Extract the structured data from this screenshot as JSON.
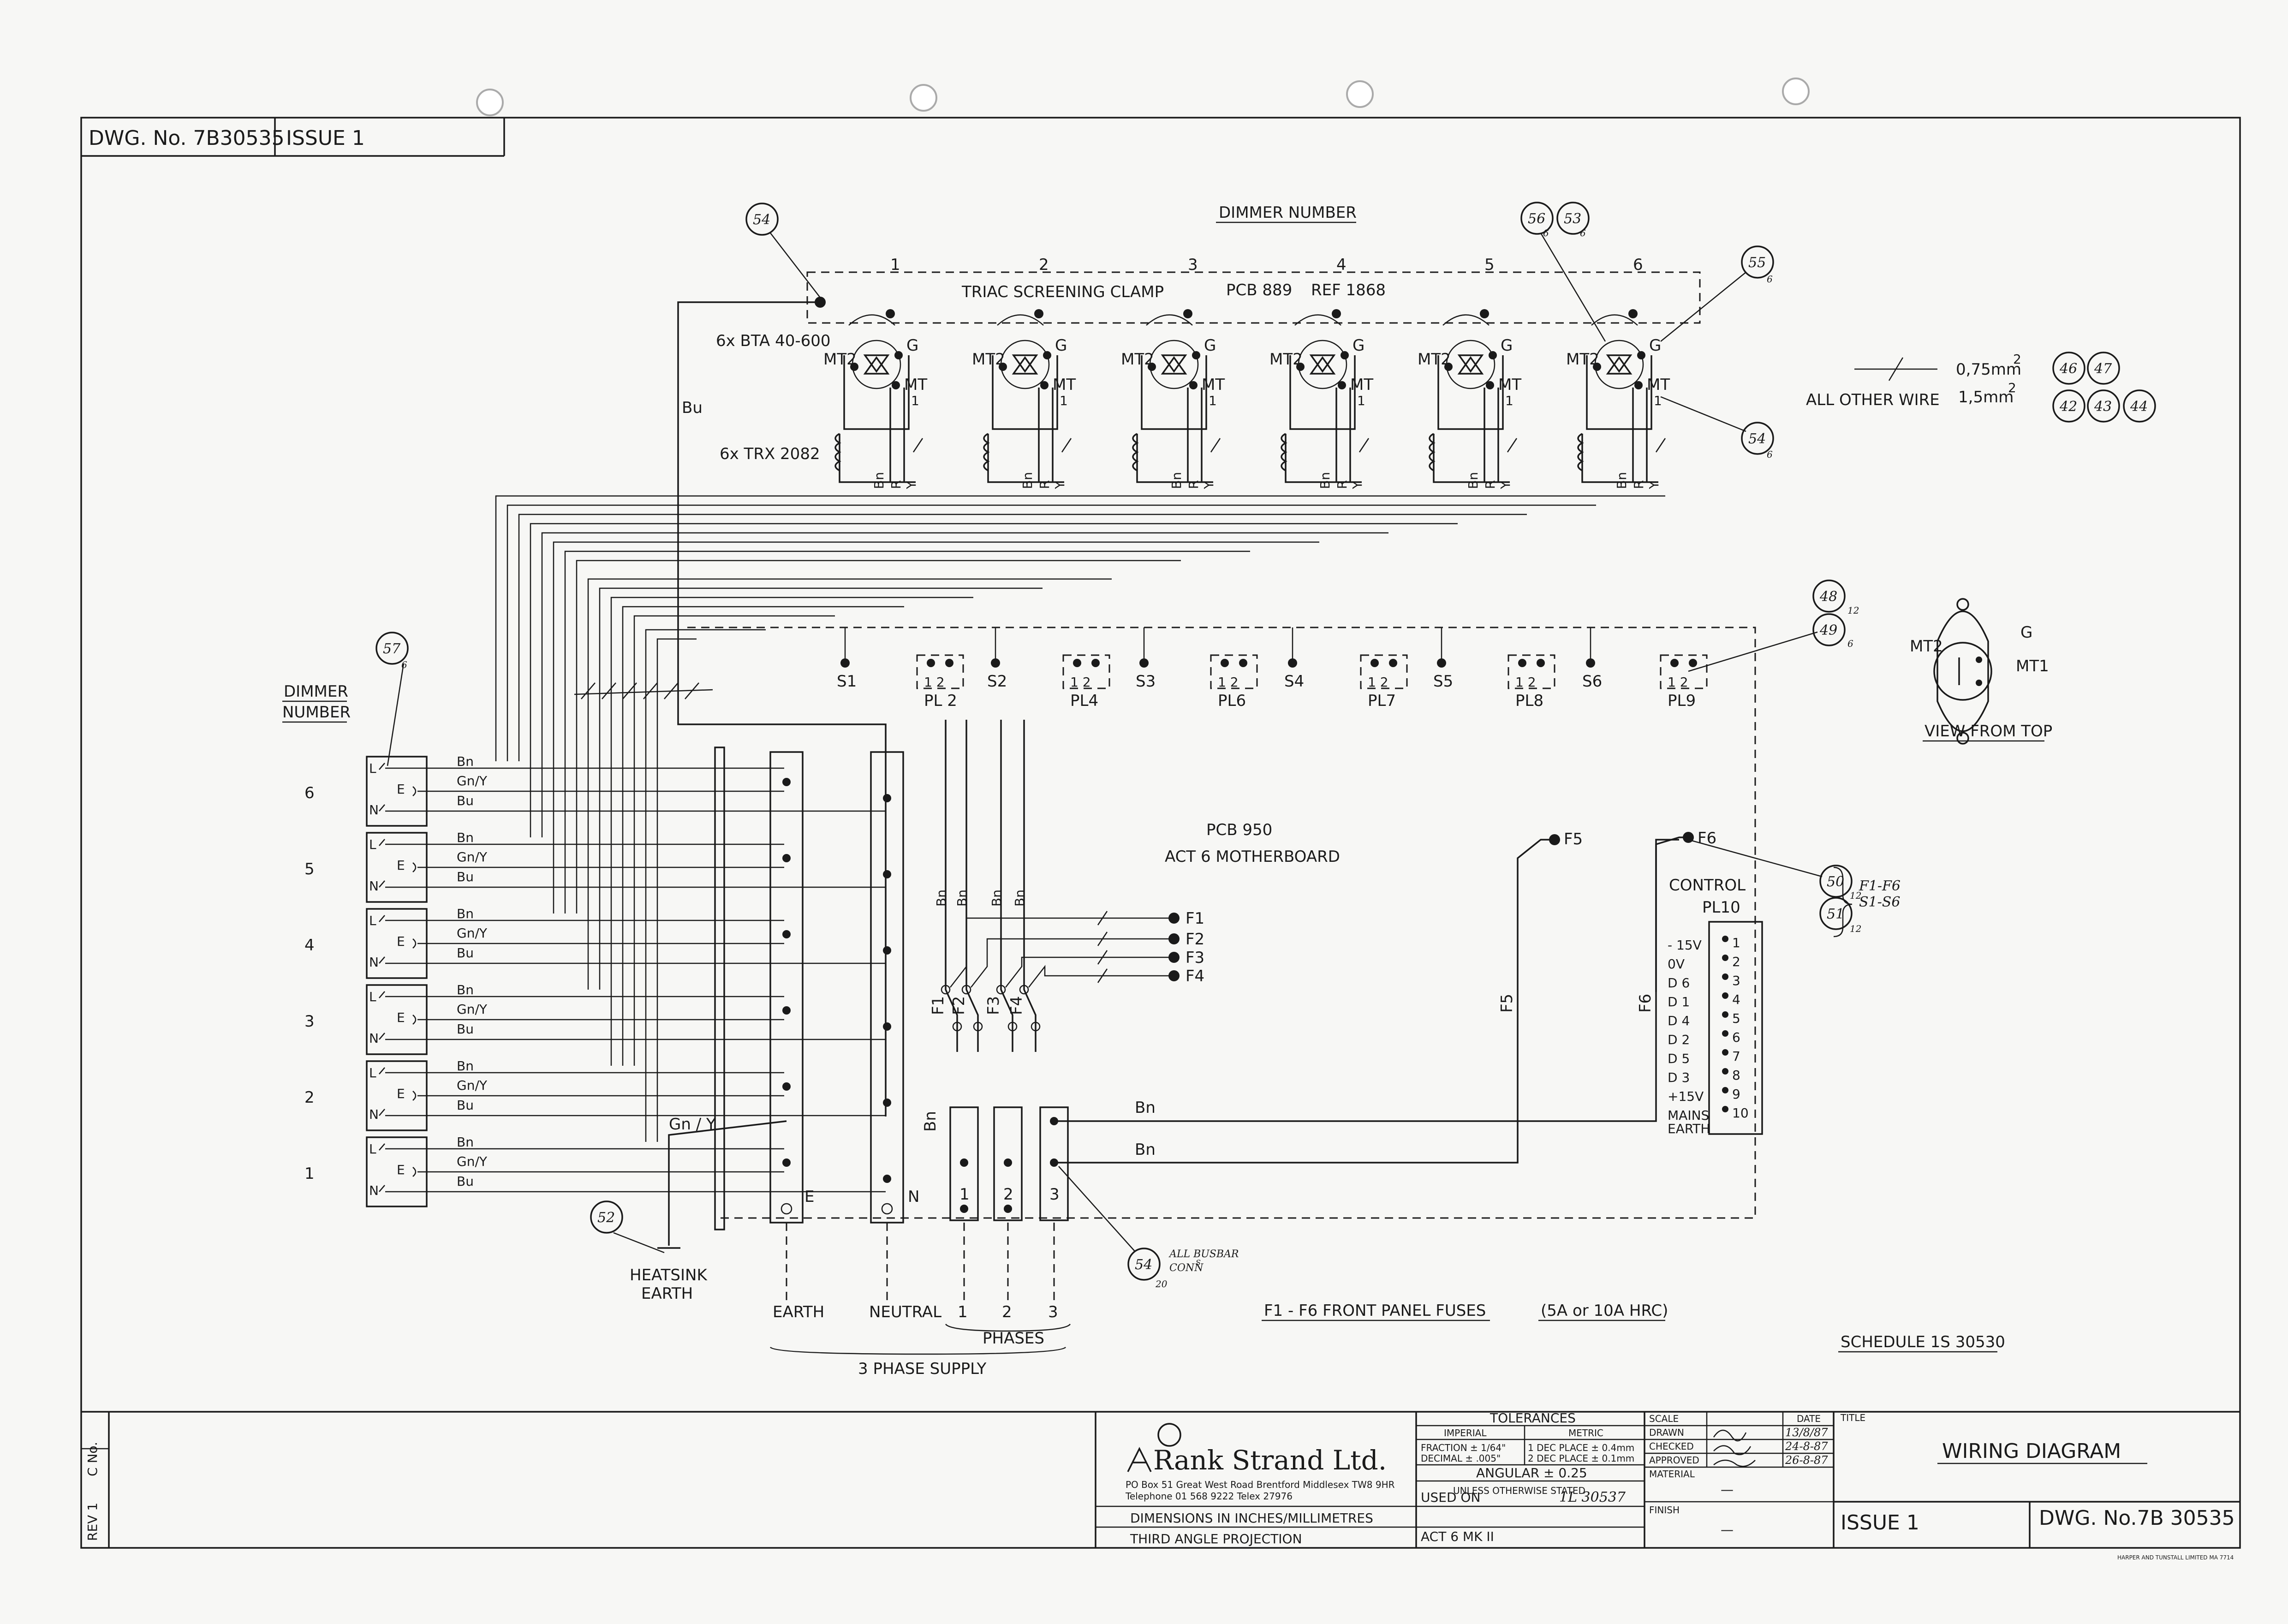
{
  "header": {
    "dwg_no": "DWG. No. 7B30535",
    "issue": "ISSUE 1"
  },
  "dimmer_number": "DIMMER  NUMBER",
  "dimmer_columns": [
    "1",
    "2",
    "3",
    "4",
    "5",
    "6"
  ],
  "triac_clamp": "TRIAC  SCREENING  CLAMP",
  "pcb_889": "PCB 889",
  "ref_1868": "REF 1868",
  "bta": "6x  BTA 40-600",
  "trx": "6x  TRX 2082",
  "triac_pins": {
    "mt2": "MT2",
    "g": "G",
    "mt": "MT",
    "one": "1"
  },
  "wire_codes": {
    "bn": "Bn",
    "r": "R",
    "y": "Y",
    "bu": "Bu",
    "gny": "Gn/Y",
    "gny2": "Gn / Y"
  },
  "connectors_top": [
    "S1",
    "PL 2",
    "S2",
    "PL4",
    "S3",
    "PL6",
    "S4",
    "PL7",
    "S5",
    "PL8",
    "S6",
    "PL9"
  ],
  "pl_pins": "1  2",
  "wire_sizes": {
    "a": "0,75mm",
    "b": "1,5mm",
    "label": "ALL OTHER  WIRE",
    "sup": "2"
  },
  "view": {
    "mt2": "MT2",
    "g": "G",
    "mt1": "MT1",
    "caption": "VIEW  FROM TOP"
  },
  "left_label": [
    "DIMMER",
    "NUMBER"
  ],
  "rows": [
    "6",
    "5",
    "4",
    "3",
    "2",
    "1"
  ],
  "row_pins": {
    "l": "L",
    "e": "E",
    "n": "N"
  },
  "motherboard": [
    "PCB 950",
    "ACT 6   MOTHERBOARD"
  ],
  "fuses": [
    "F1",
    "F2",
    "F3",
    "F4",
    "F5",
    "F6"
  ],
  "control": [
    "CONTROL",
    "PL10"
  ],
  "control_signals": [
    "- 15V",
    "0V",
    "D 6",
    "D 1",
    "D 4",
    "D 2",
    "D 5",
    "D 3",
    "+15V",
    "MAINS",
    "EARTH"
  ],
  "control_pins": [
    "1",
    "2",
    "3",
    "4",
    "5",
    "6",
    "7",
    "8",
    "9",
    "10"
  ],
  "busbar_labels": [
    "E",
    "N",
    "1",
    "2",
    "3"
  ],
  "supply": {
    "earth": "EARTH",
    "neutral": "NEUTRAL",
    "phases": "PHASES",
    "three": "3 PHASE  SUPPLY",
    "nums": [
      "1",
      "2",
      "3"
    ]
  },
  "heatsink": [
    "HEATSINK",
    "EARTH"
  ],
  "front_fuses": "F1 - F6  FRONT PANEL  FUSES",
  "fuse_rating": "(5A  or 10A  HRC)",
  "schedule": "SCHEDULE   1S 30530",
  "callouts": [
    "54",
    "56",
    "53",
    "55",
    "54",
    "46",
    "47",
    "42",
    "43",
    "44",
    "48",
    "49",
    "57",
    "50",
    "51",
    "52",
    "54"
  ],
  "callout_subs": [
    "6",
    "6",
    "6",
    "6",
    "12",
    "6",
    "6",
    "12",
    "12",
    "20"
  ],
  "notes": {
    "f1f6": "F1-F6",
    "s1s6": "S1-S6",
    "busbar": "ALL BUSBAR",
    "conn": "CONN",
    "conn_sup": "S"
  },
  "title_block": {
    "company": "Rank Strand Ltd.",
    "address1": "PO Box 51 Great West Road Brentford Middlesex TW8 9HR",
    "address2": "Telephone 01 568 9222  Telex 27976",
    "dims": "DIMENSIONS IN INCHES/MILLIMETRES",
    "projection": "THIRD ANGLE PROJECTION",
    "tolerances": "TOLERANCES",
    "imperial": "IMPERIAL",
    "metric": "METRIC",
    "fraction": "FRACTION  ± 1/64\"",
    "decimal": "DECIMAL   ± .005\"",
    "dec1": "1 DEC PLACE ± 0.4mm",
    "dec2": "2 DEC PLACE ± 0.1mm",
    "angular": "ANGULAR ± 0.25",
    "unless": "UNLESS OTHERWISE STATED",
    "used_on": "USED ON",
    "used_val": "1L 30537",
    "product": "ACT 6  MK II",
    "scale": "SCALE",
    "drawn": "DRAWN",
    "checked": "CHECKED",
    "approved": "APPROVED",
    "material": "MATERIAL",
    "finish": "FINISH",
    "dash": "—",
    "date": "DATE",
    "dates": [
      "13/8/87",
      "24-8-87",
      "26-8-87"
    ],
    "title_lbl": "TITLE",
    "title": "WIRING  DIAGRAM",
    "issue": "ISSUE  1",
    "dwg": "DWG. No.7B 30535",
    "rev": "REV 1",
    "cno": "C No.",
    "printer": "HARPER AND TUNSTALL LIMITED   MA 7714"
  }
}
